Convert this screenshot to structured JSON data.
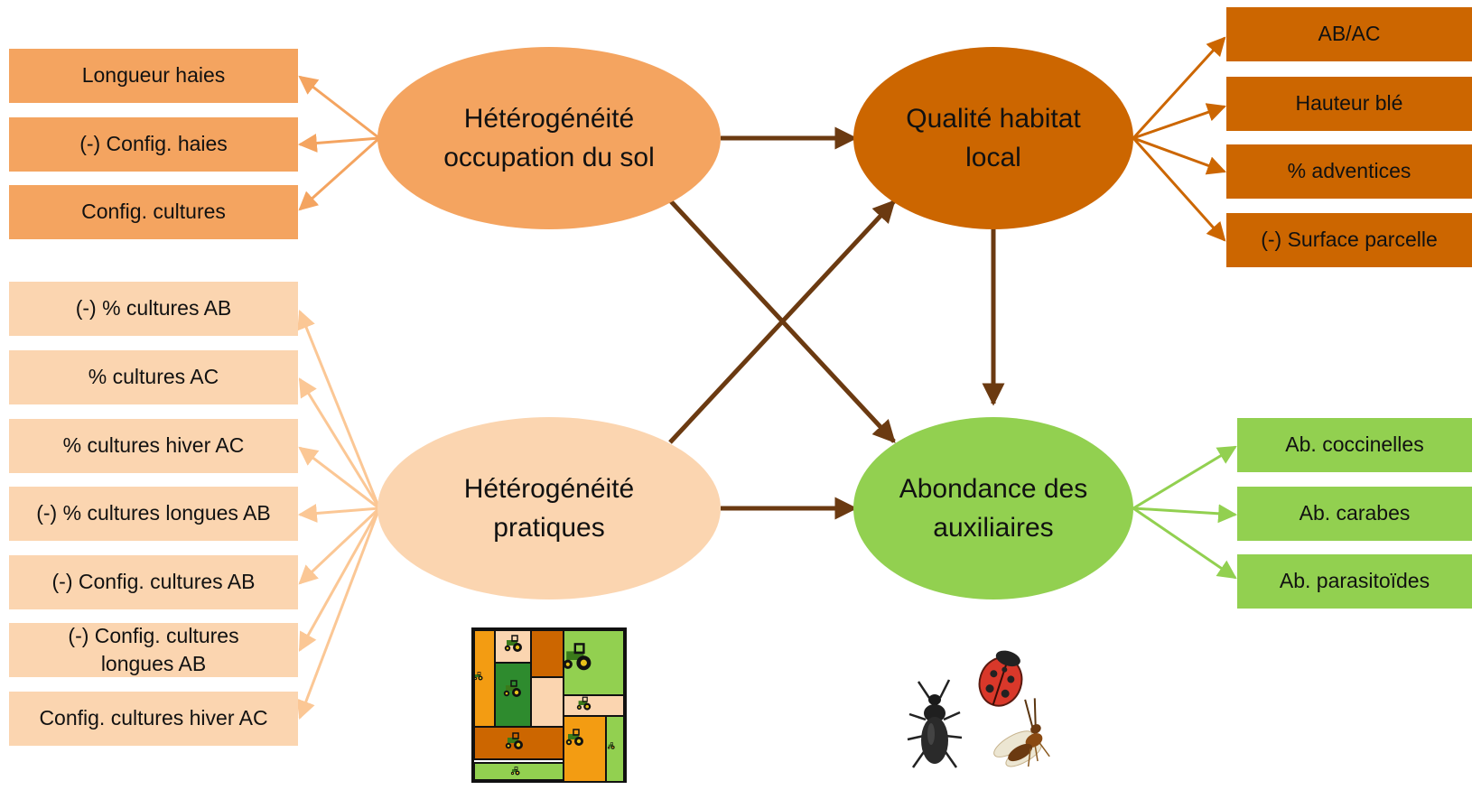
{
  "colors": {
    "orange": "#f4a460",
    "peach": "#fbd5b0",
    "brown": "#cc6600",
    "green": "#92d050",
    "arrow_dark": "#6b3a11",
    "dark_green": "#2e8b2e",
    "tractor_green": "#3a7a1a",
    "tractor_yellow": "#e8c21a"
  },
  "latent": {
    "land_use": "Hétérogénéité occupation du sol",
    "practices": "Hétérogénéité pratiques",
    "habitat": "Qualité habitat local",
    "abundance": "Abondance des auxiliaires"
  },
  "land_use_indicators": [
    "Longueur haies",
    "(-) Config. haies",
    "Config. cultures"
  ],
  "practice_indicators": [
    "(-) % cultures AB",
    "% cultures AC",
    "% cultures hiver AC",
    "(-) % cultures longues AB",
    "(-) Config. cultures AB",
    "(-) Config. cultures longues AB",
    "Config. cultures  hiver AC"
  ],
  "habitat_indicators": [
    "AB/AC",
    "Hauteur blé",
    "% adventices",
    "(-) Surface parcelle"
  ],
  "abundance_indicators": [
    "Ab. coccinelles",
    "Ab. carabes",
    "Ab. parasitoïdes"
  ],
  "icons": {
    "mosaic": "field-mosaic-with-tractors-icon",
    "insects": "ladybird-carabid-parasitoid-icon"
  }
}
